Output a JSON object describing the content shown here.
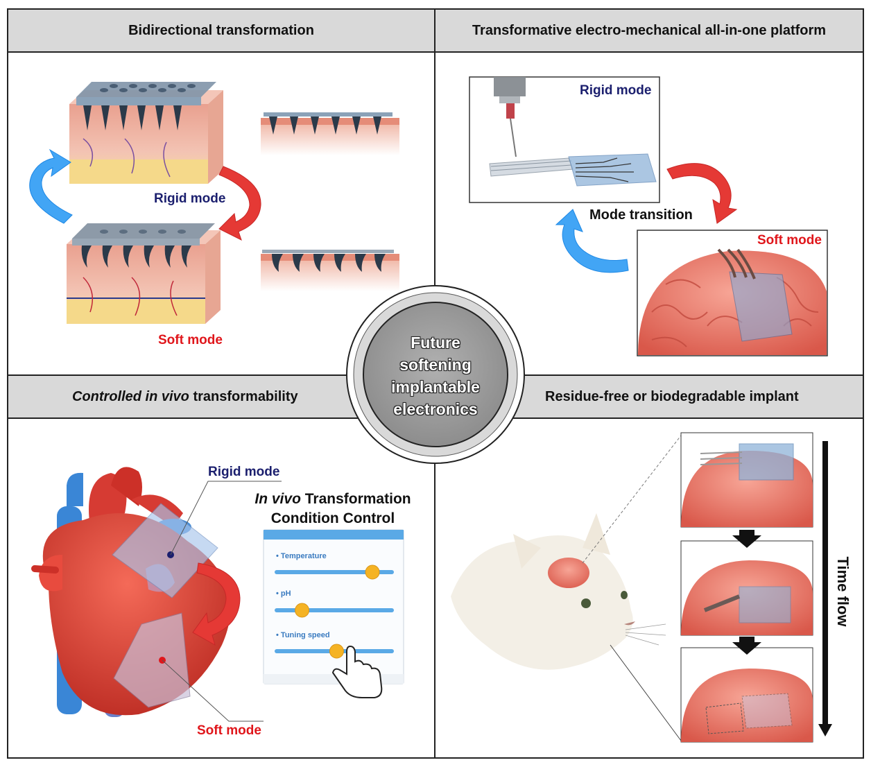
{
  "panels": {
    "top_left": {
      "title": "Bidirectional transformation",
      "rigid_label": "Rigid mode",
      "soft_label": "Soft mode"
    },
    "top_right": {
      "title": "Transformative electro-mechanical all-in-one platform",
      "rigid_label": "Rigid mode",
      "transition_label": "Mode transition",
      "soft_label": "Soft mode"
    },
    "bottom_left": {
      "title_italic": "Controlled in vivo",
      "title_rest": " transformability",
      "rigid_label": "Rigid mode",
      "soft_label": "Soft mode",
      "control_title_italic": "In vivo",
      "control_title_line1_rest": " Transformation",
      "control_title_line2": "Condition Control",
      "sliders": [
        {
          "label": "Temperature",
          "level": 0.82
        },
        {
          "label": "pH",
          "level": 0.23
        },
        {
          "label": "Tuning speed",
          "level": 0.52
        }
      ]
    },
    "bottom_right": {
      "title": "Residue-free or biodegradable implant",
      "time_label": "Time flow"
    }
  },
  "center": {
    "line1": "Future",
    "line2": "softening",
    "line3": "implantable",
    "line4": "electronics"
  },
  "colors": {
    "header_bg": "#d9d9d9",
    "rigid_text": "#1b1f6e",
    "soft_text": "#e0161b",
    "arrow_red": "#e53935",
    "arrow_blue": "#42a5f5",
    "brain": "#f08a7e",
    "skin": "#f2b7a8",
    "slider": "#5aa9e6",
    "knob": "#f5b324"
  }
}
